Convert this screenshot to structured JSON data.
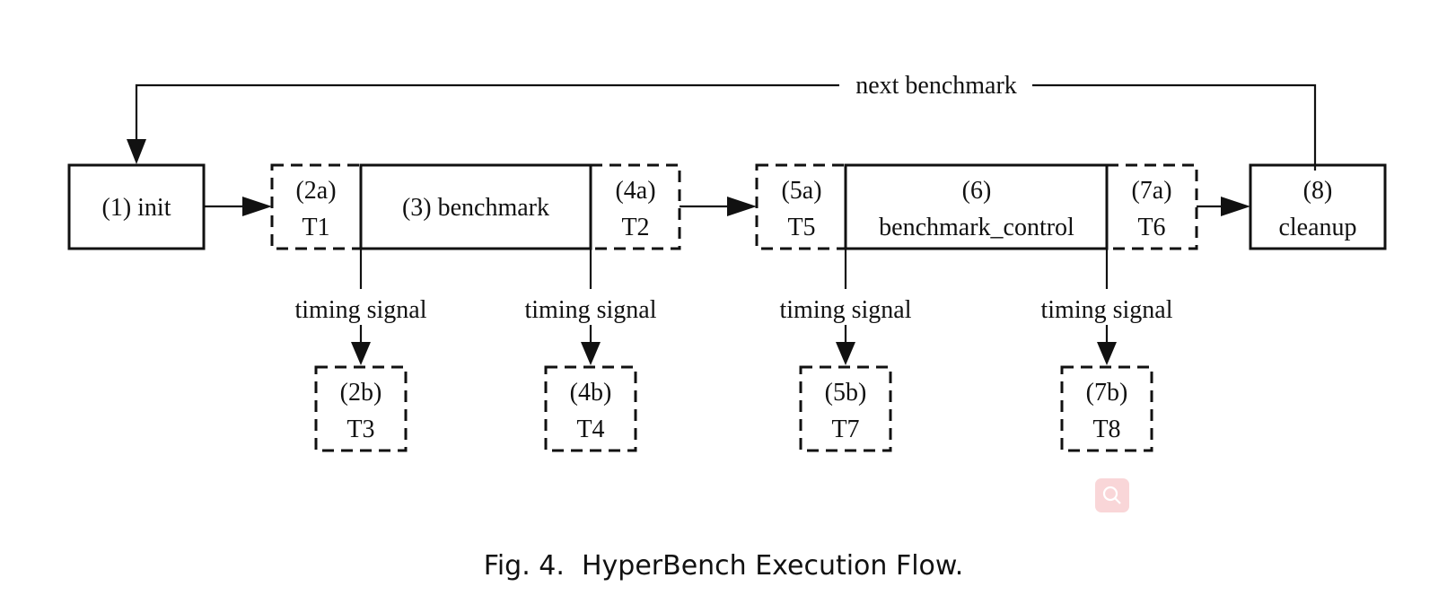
{
  "diagram": {
    "nodes": {
      "init": {
        "label": "(1) init"
      },
      "t1": {
        "id": "(2a)",
        "name": "T1"
      },
      "benchmark": {
        "label": "(3) benchmark"
      },
      "t2": {
        "id": "(4a)",
        "name": "T2"
      },
      "t5": {
        "id": "(5a)",
        "name": "T5"
      },
      "benchmark_control": {
        "id": "(6)",
        "name": "benchmark_control"
      },
      "t6": {
        "id": "(7a)",
        "name": "T6"
      },
      "cleanup": {
        "id": "(8)",
        "name": "cleanup"
      },
      "t3": {
        "id": "(2b)",
        "name": "T3"
      },
      "t4": {
        "id": "(4b)",
        "name": "T4"
      },
      "t7": {
        "id": "(5b)",
        "name": "T7"
      },
      "t8": {
        "id": "(7b)",
        "name": "T8"
      }
    },
    "edges": {
      "loop_label": "next benchmark",
      "timing_label_1": "timing signal",
      "timing_label_2": "timing signal",
      "timing_label_3": "timing signal",
      "timing_label_4": "timing signal"
    }
  },
  "caption": "Fig. 4.  HyperBench Execution Flow.",
  "icons": {
    "overlay": "search-icon"
  }
}
